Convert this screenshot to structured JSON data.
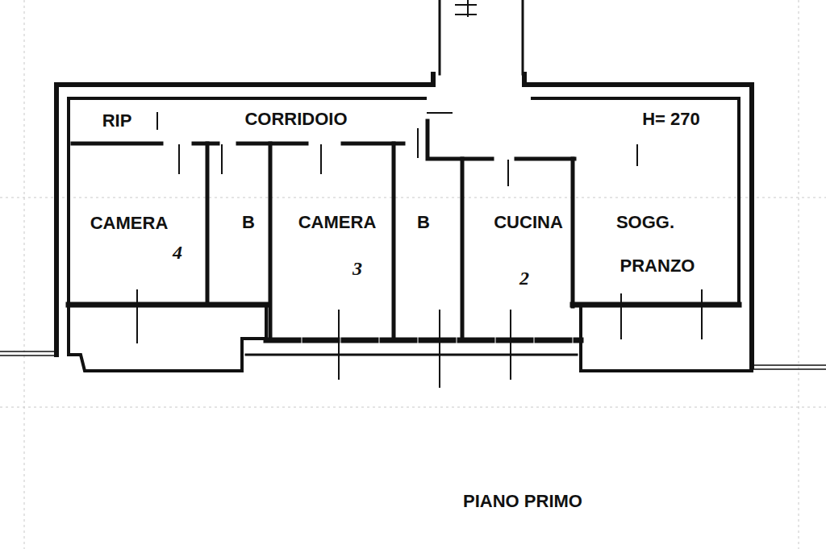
{
  "diagram": {
    "caption": "PIANO PRIMO",
    "labels": [
      "RIP",
      "CORRIDOIO",
      "H= 270",
      "CAMERA",
      "4",
      "B",
      "CAMERA",
      "3",
      "B",
      "CUCINA",
      "2",
      "SOGG.",
      "PRANZO"
    ]
  }
}
